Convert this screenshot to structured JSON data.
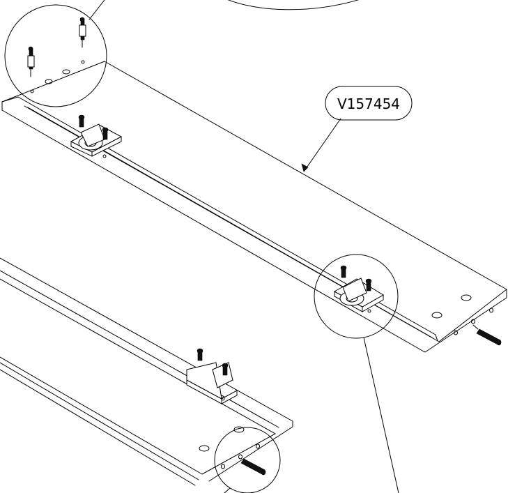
{
  "diagram": {
    "part_number": "V157454",
    "colors": {
      "line": "#000000",
      "background": "#ffffff"
    },
    "components": [
      {
        "kind": "board",
        "count": 2
      },
      {
        "kind": "caster-bracket",
        "count": 3
      },
      {
        "kind": "dowel",
        "count": 2
      },
      {
        "kind": "hinge-pin",
        "count": 2
      },
      {
        "kind": "detail-circle",
        "count": 3
      }
    ]
  }
}
